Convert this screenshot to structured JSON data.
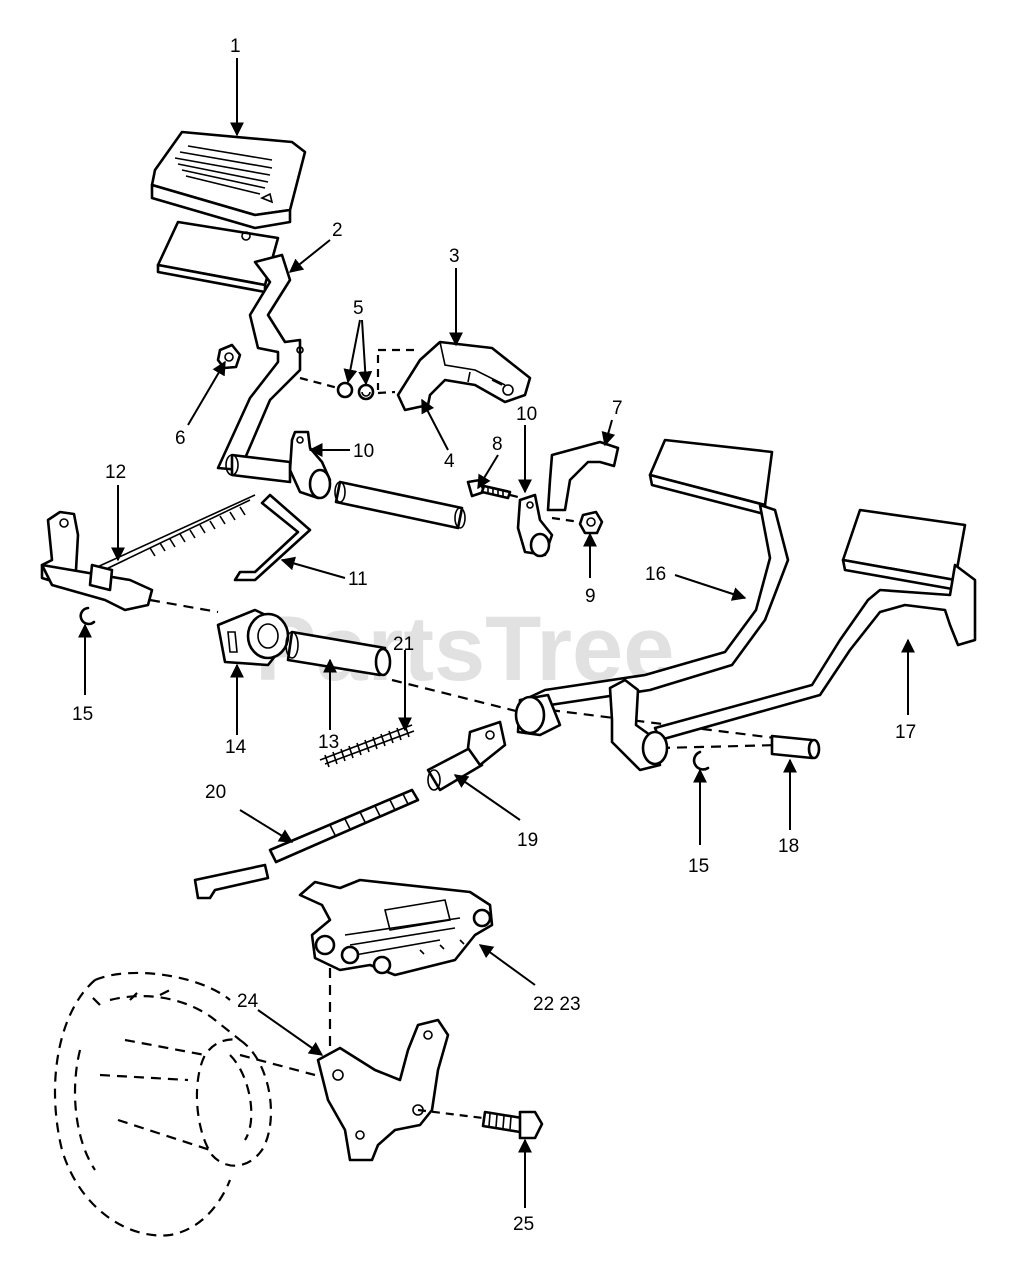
{
  "watermark": "PartsTree",
  "callouts": [
    "1",
    "2",
    "3",
    "4",
    "5",
    "6",
    "7",
    "8",
    "9",
    "10",
    "10",
    "11",
    "12",
    "13",
    "14",
    "15",
    "15",
    "16",
    "17",
    "18",
    "19",
    "20",
    "21",
    "22 23",
    "24",
    "25"
  ]
}
